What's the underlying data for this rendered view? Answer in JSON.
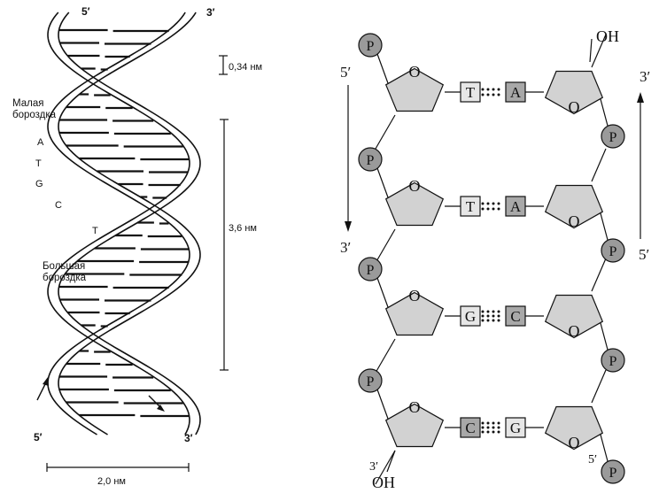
{
  "helix": {
    "end_5_top": "5′",
    "end_3_top": "3′",
    "end_5_bottom": "5′",
    "end_3_bottom": "3′",
    "rise_label": "0,34 нм",
    "pitch_label": "3,6 нм",
    "width_label": "2,0 нм",
    "minor_groove_line1": "Малая",
    "minor_groove_line2": "бороздка",
    "major_groove_line1": "Большая",
    "major_groove_line2": "бороздка",
    "bases": [
      "A",
      "T",
      "G",
      "C",
      "T"
    ]
  },
  "strands": {
    "left_top_end": "5′",
    "left_bottom_end": "3′",
    "right_top_end": "3′",
    "right_bottom_end": "5′",
    "oh_top": "OH",
    "oh_bottom": "OH",
    "bottom_left_3prime": "3′",
    "bottom_right_5prime": "5′",
    "phosphate": "P",
    "sugar_oxygen": "O",
    "pairs": [
      {
        "left": "T",
        "right": "A"
      },
      {
        "left": "T",
        "right": "A"
      },
      {
        "left": "G",
        "right": "C"
      },
      {
        "left": "C",
        "right": "G"
      }
    ]
  },
  "colors": {
    "sugar_fill": "#d2d2d2",
    "phosphate_fill": "#9a9a9a",
    "dark_base_fill": "#a8a8a8",
    "light_base_fill": "#e6e6e6",
    "ink": "#111111"
  }
}
